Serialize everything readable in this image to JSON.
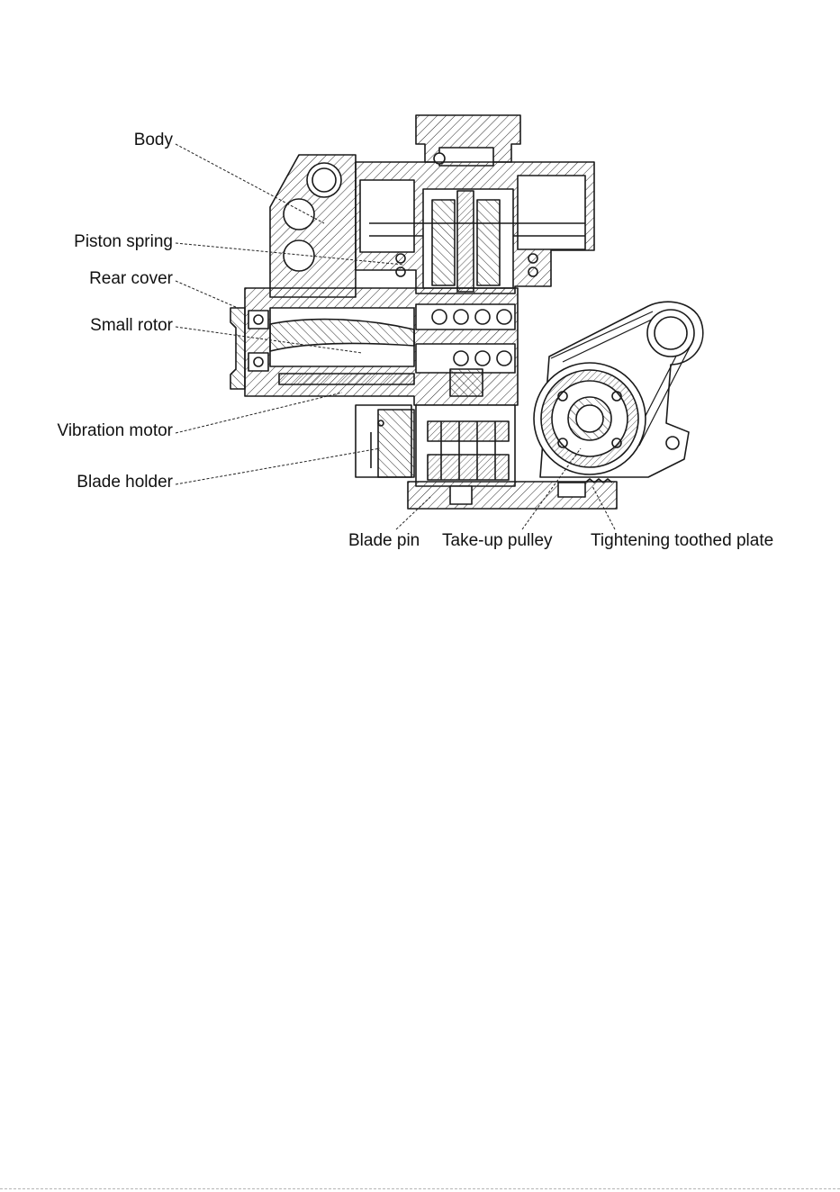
{
  "labels": {
    "body": "Body",
    "piston_spring": "Piston spring",
    "rear_cover": "Rear cover",
    "small_rotor": "Small rotor",
    "vibration_motor": "Vibration motor",
    "blade_holder": "Blade holder",
    "blade_pin": "Blade pin",
    "take_up_pulley": "Take-up pulley",
    "tightening_toothed_plate": "Tightening toothed plate"
  },
  "colors": {
    "line": "#1a1a1a",
    "text": "#111111",
    "background": "#ffffff"
  }
}
